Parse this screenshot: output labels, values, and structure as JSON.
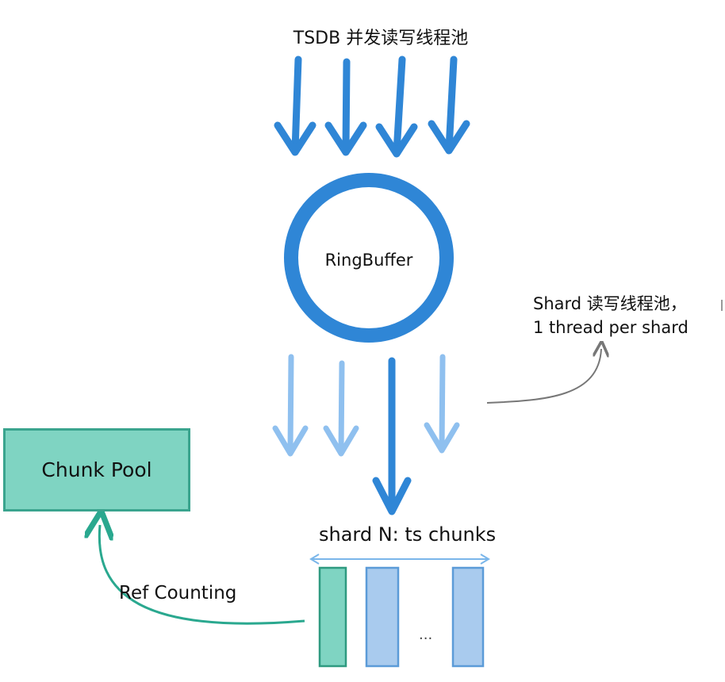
{
  "title": "TSDB 并发读写线程池",
  "ring_buffer": {
    "label": "RingBuffer"
  },
  "shard_pool": {
    "line1": "Shard 读写线程池，",
    "line2": "1 thread per shard"
  },
  "chunk_pool": {
    "label": "Chunk Pool"
  },
  "shard_chunks": {
    "label": "shard N: ts chunks"
  },
  "ref_counting": {
    "label": "Ref Counting"
  },
  "ellipsis": "...",
  "colors": {
    "arrow_blue": "#2f86d6",
    "arrow_light": "#8fc0ef",
    "ring": "#2f86d6",
    "teal": "#7fd4c2",
    "teal_border": "#3aa48e",
    "teal_arrow": "#2aa88f",
    "chunk_blue": "#a9cbee",
    "chunk_blue_border": "#5b9bd8",
    "bracket": "#7ab6ea",
    "grey_arrow": "#777777"
  }
}
